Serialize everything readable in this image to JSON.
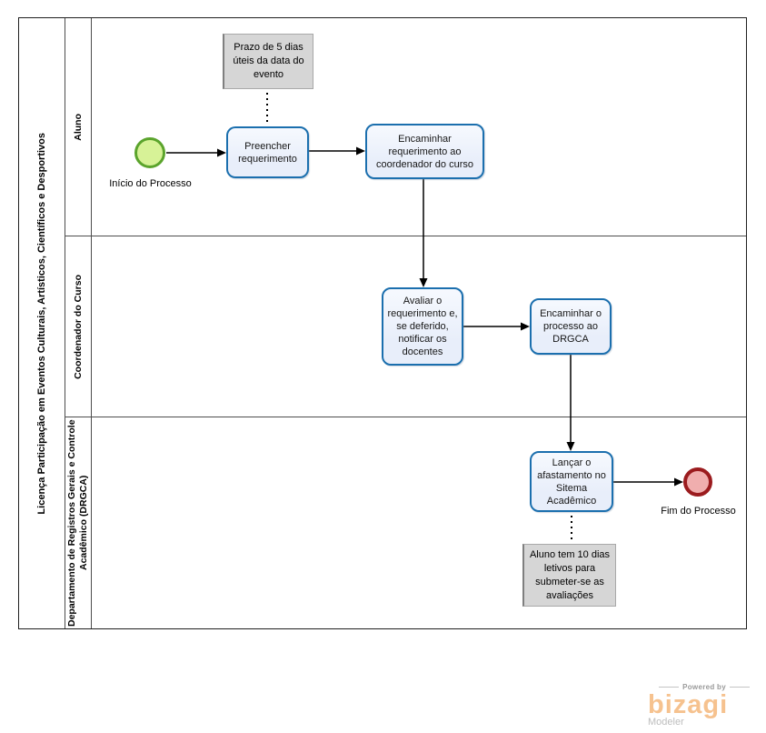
{
  "pool": {
    "title": "Licença Participação em Eventos Culturais, Artísticos, Científicos e Desportivos",
    "lanes": [
      {
        "label": "Aluno"
      },
      {
        "label": "Coordenador do Curso"
      },
      {
        "label": "Departamento de Registros Gerais e Controle Acadêmico (DRGCA)"
      }
    ]
  },
  "events": {
    "start": {
      "label": "Início do Processo"
    },
    "end": {
      "label": "Fim do Processo"
    }
  },
  "tasks": [
    {
      "label": "Preencher requerimento"
    },
    {
      "label": "Encaminhar requerimento ao coordenador do curso"
    },
    {
      "label": "Avaliar o requerimento e, se deferido, notificar os docentes"
    },
    {
      "label": "Encaminhar o processo ao DRGCA"
    },
    {
      "label": "Lançar o afastamento no Sitema Acadêmico"
    }
  ],
  "annotations": [
    {
      "text": "Prazo de 5 dias úteis da data do evento"
    },
    {
      "text": "Aluno tem 10 dias letivos para submeter-se as avaliações"
    }
  ],
  "branding": {
    "powered_by": "Powered by",
    "brand": "bizagi",
    "product": "Modeler"
  },
  "colors": {
    "task_border": "#1b6fae",
    "task_fill": "#e8eefa",
    "start_fill": "#d7f297",
    "start_border": "#5ba42c",
    "end_fill": "#f0aeae",
    "end_border": "#9b1b1e",
    "annotation_fill": "#d6d6d6",
    "brand": "#f6c28f"
  }
}
